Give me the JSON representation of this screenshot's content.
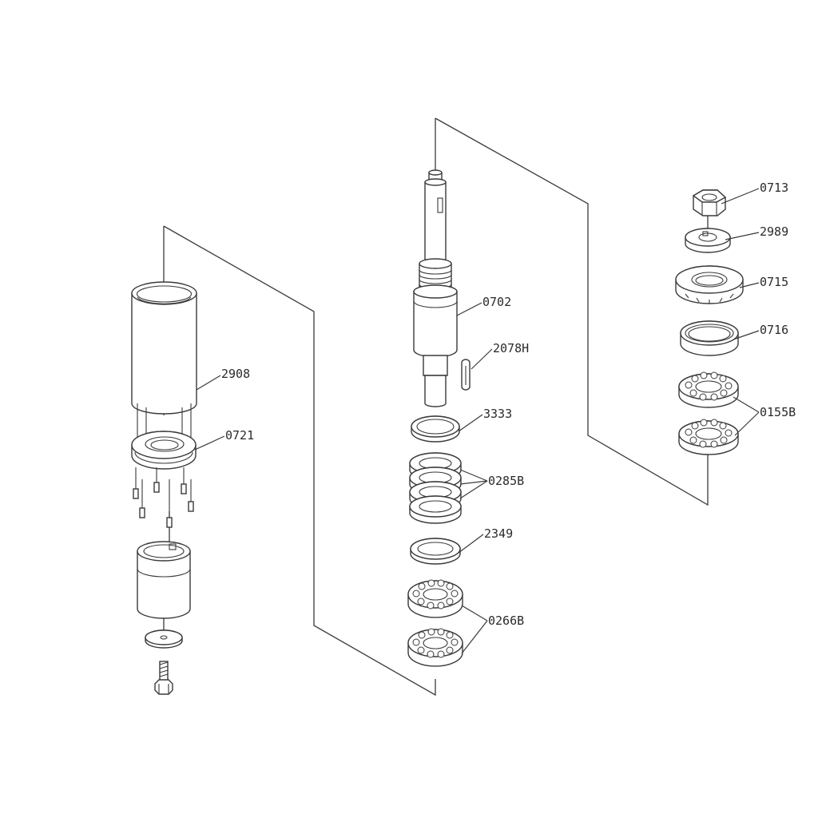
{
  "callouts": {
    "c0713": "0713",
    "c2989": "2989",
    "c0715": "0715",
    "c0716": "0716",
    "c0155B": "0155B",
    "c0702": "0702",
    "c2078H": "2078H",
    "c3333": "3333",
    "c0285B": "0285B",
    "c2349": "2349",
    "c0266B": "0266B",
    "c2908": "2908",
    "c0721": "0721"
  }
}
